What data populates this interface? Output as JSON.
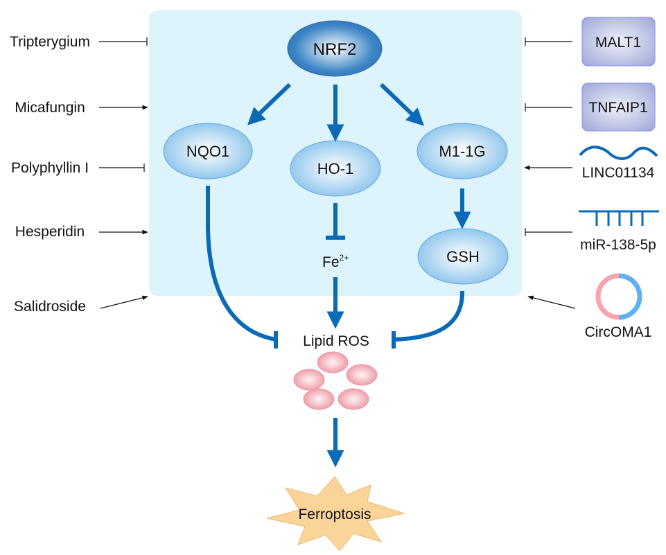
{
  "nodes": {
    "nrf2": "NRF2",
    "nqo1": "NQO1",
    "ho1": "HO-1",
    "m11g": "M1-1G",
    "gsh": "GSH",
    "fe": "Fe",
    "fe_sup": "2+",
    "lipid_ros": "Lipid ROS",
    "ferroptosis": "Ferroptosis"
  },
  "left_regulators": [
    {
      "label": "Tripterygium",
      "effect": "inhibit"
    },
    {
      "label": "Micafungin",
      "effect": "activate"
    },
    {
      "label": "Polyphyllin I",
      "effect": "inhibit"
    },
    {
      "label": "Hesperidin",
      "effect": "activate"
    },
    {
      "label": "Salidroside",
      "effect": "activate"
    }
  ],
  "right_regulators": [
    {
      "label": "MALT1",
      "effect": "inhibit",
      "icon": "protein-box-icon"
    },
    {
      "label": "TNFAIP1",
      "effect": "inhibit",
      "icon": "protein-box-icon"
    },
    {
      "label": "LINC01134",
      "effect": "activate",
      "icon": "lncrna-wave-icon"
    },
    {
      "label": "miR-138-5p",
      "effect": "inhibit",
      "icon": "mirna-comb-icon"
    },
    {
      "label": "CircOMA1",
      "effect": "activate",
      "icon": "circrna-ring-icon"
    }
  ],
  "colors": {
    "box_bg": "#def4fc",
    "arrow_blue": "#0a6ab8",
    "node_light": "#8cc6ee",
    "nrf2_dark": "#2e74b6",
    "protein_box": "#a9b0dc",
    "ros_pink": "#ec9aa6",
    "star_fill": "#fbd49a",
    "circ_pink": "#f9a3ad",
    "circ_blue": "#5fb0f7"
  }
}
